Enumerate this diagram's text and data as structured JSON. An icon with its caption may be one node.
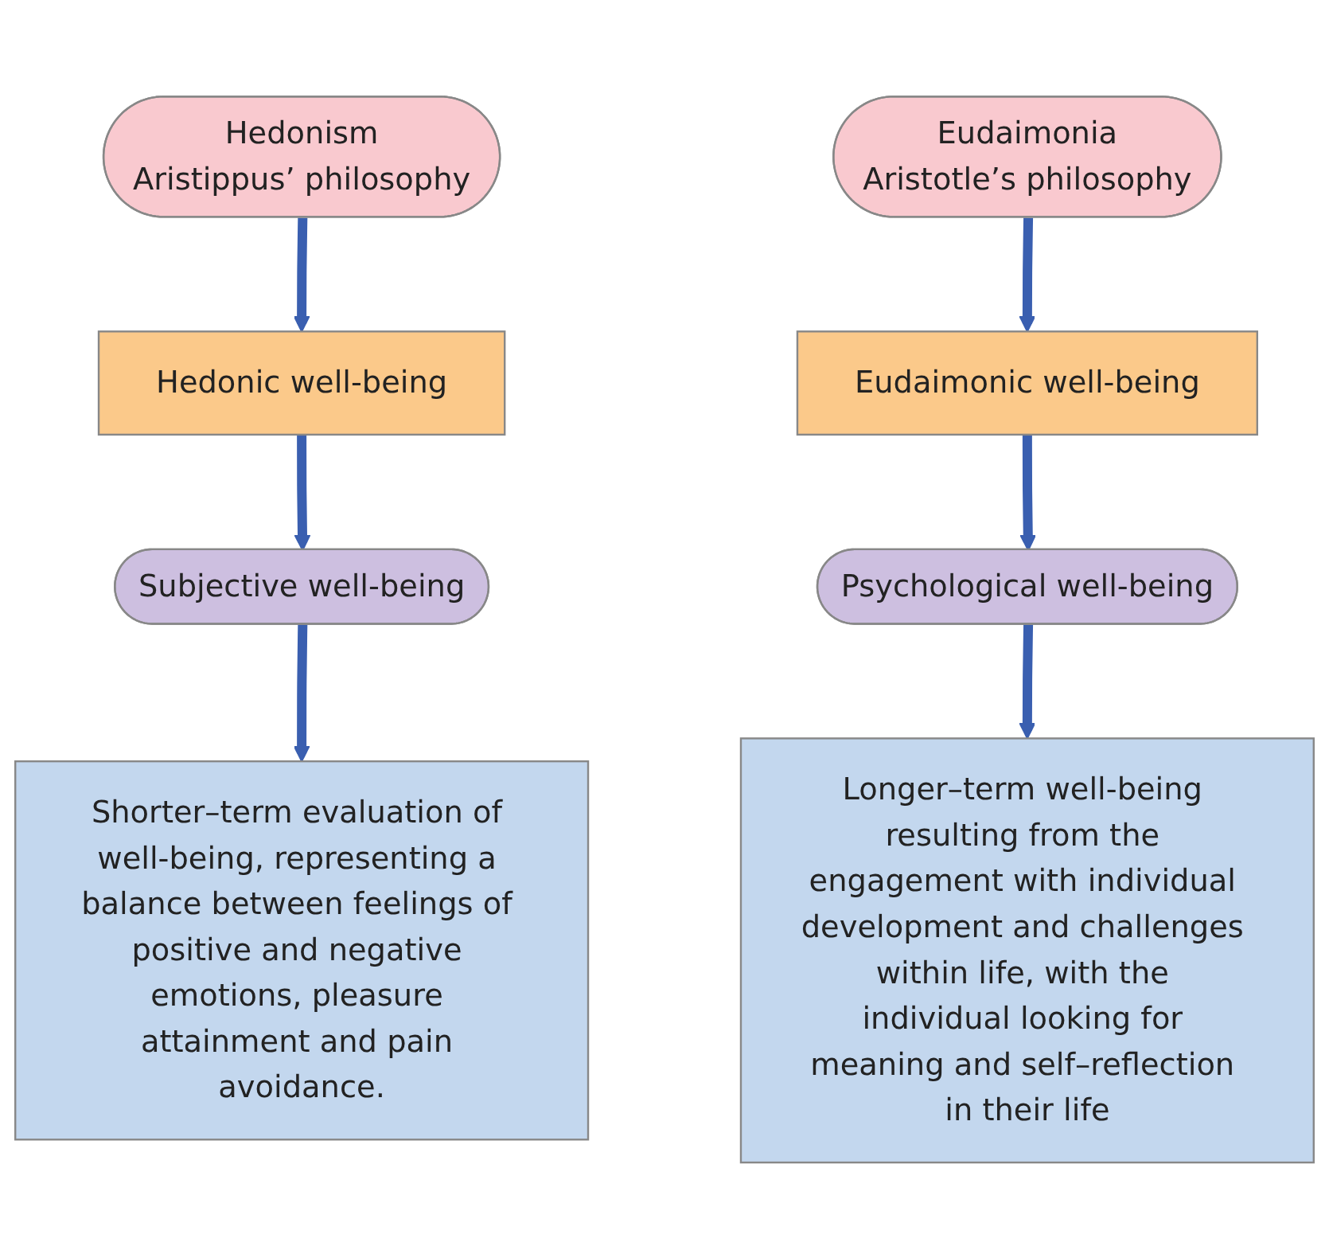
{
  "diagram": {
    "nodes": [
      {
        "text": [
          "Hedonism",
          "Aristippus’ philosophy"
        ]
      },
      {
        "text": [
          "Eudaimonia",
          "Aristotle’s philosophy"
        ]
      },
      {
        "text": [
          "Hedonic well-being"
        ]
      },
      {
        "text": [
          "Eudaimonic well-being"
        ]
      },
      {
        "text": [
          "Subjective well-being"
        ]
      },
      {
        "text": [
          "Psychological well-being"
        ]
      },
      {
        "text": [
          "Shorter–term evaluation of well-being, representing a balance between feelings of positive and negative emotions, pleasure attainment and pain avoidance."
        ]
      },
      {
        "text": [
          "Longer–term well-being resulting from the engagement with individual development and challenges within life, with the individual looking for meaning and self–reflection in their life"
        ]
      }
    ],
    "edges": [
      {
        "from": 0,
        "to": 2,
        "arrow": "to"
      },
      {
        "from": 2,
        "to": 4,
        "arrow": "to"
      },
      {
        "from": 4,
        "to": 6,
        "arrow": "to"
      },
      {
        "from": 1,
        "to": 3,
        "arrow": "to"
      },
      {
        "from": 3,
        "to": 5,
        "arrow": "to"
      },
      {
        "from": 5,
        "to": 7,
        "arrow": "to"
      }
    ]
  }
}
